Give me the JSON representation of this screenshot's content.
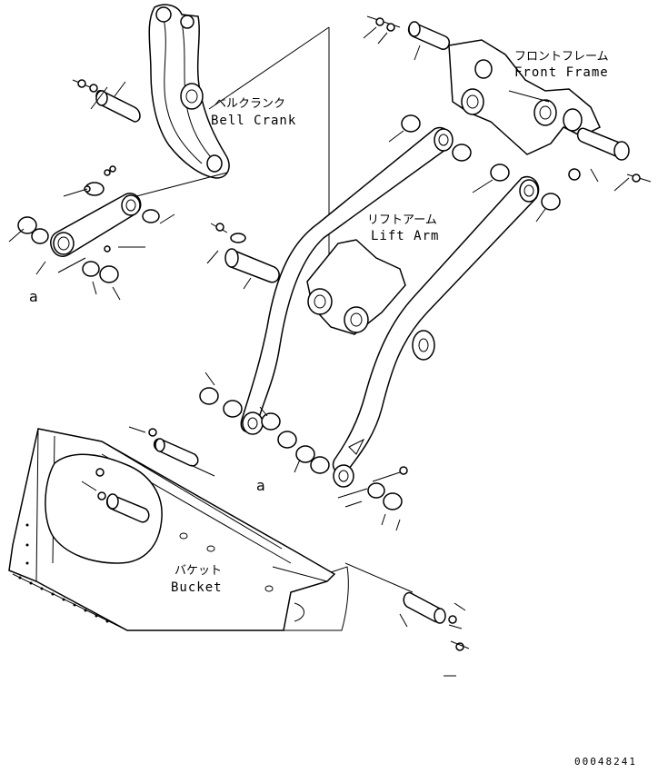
{
  "labels": {
    "bell_crank_jp": "ベルクランク",
    "bell_crank_en": "Bell Crank",
    "front_frame_jp": "フロントフレーム",
    "front_frame_en": "Front Frame",
    "lift_arm_jp": "リフトアーム",
    "lift_arm_en": "Lift Arm",
    "bucket_jp": "バケット",
    "bucket_en": "Bucket"
  },
  "markers": {
    "a_left": "a",
    "a_center": "a"
  },
  "drawing_code": "00048241"
}
